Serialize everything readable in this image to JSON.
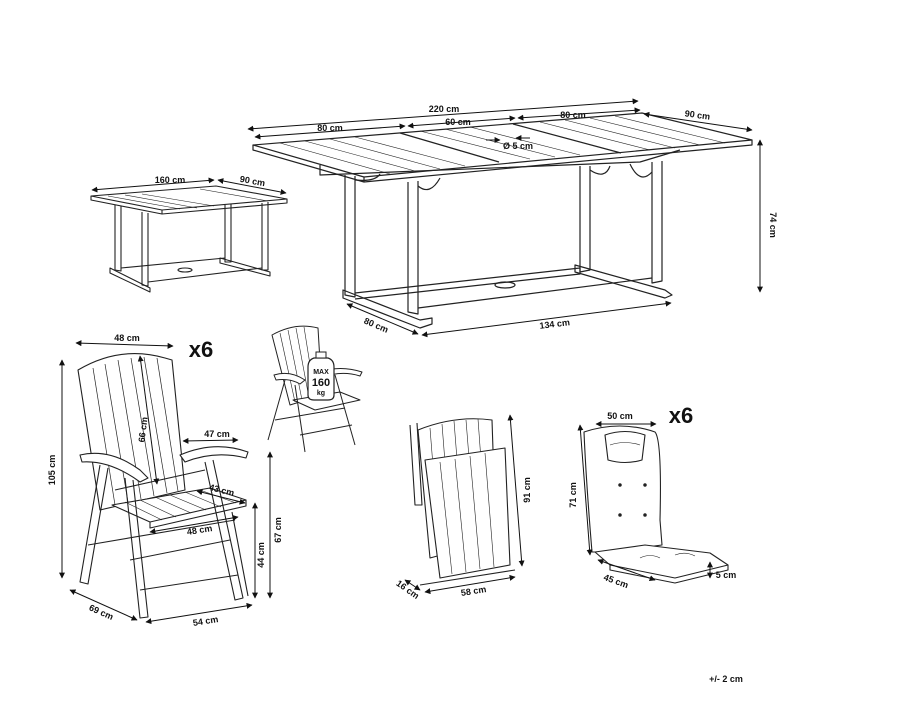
{
  "labels": {
    "large_table": {
      "total_length": "220 cm",
      "left_leaf": "80 cm",
      "middle_leaf": "60 cm",
      "right_leaf": "80 cm",
      "depth_top": "90 cm",
      "umbrella_hole": "Ø 5 cm",
      "height": "74 cm",
      "depth_base": "80 cm",
      "base_length": "134 cm"
    },
    "small_table": {
      "length": "160 cm",
      "depth": "90 cm"
    },
    "chair": {
      "quantity": "x6",
      "back_width": "48 cm",
      "back_height": "66 cm",
      "total_height": "105 cm",
      "armrest_depth": "47 cm",
      "seat_depth": "43 cm",
      "seat_width": "48 cm",
      "armrest_height": "67 cm",
      "seat_height": "44 cm",
      "depth": "69 cm",
      "width": "54 cm"
    },
    "load": {
      "max": "MAX",
      "weight": "160",
      "unit": "kg"
    },
    "folded_chair": {
      "height": "91 cm",
      "thickness": "16 cm",
      "width": "58 cm"
    },
    "cushion": {
      "quantity": "x6",
      "width": "50 cm",
      "back_length": "71 cm",
      "seat_length": "45 cm",
      "thickness": "5 cm"
    },
    "tolerance": "+/- 2 cm"
  }
}
